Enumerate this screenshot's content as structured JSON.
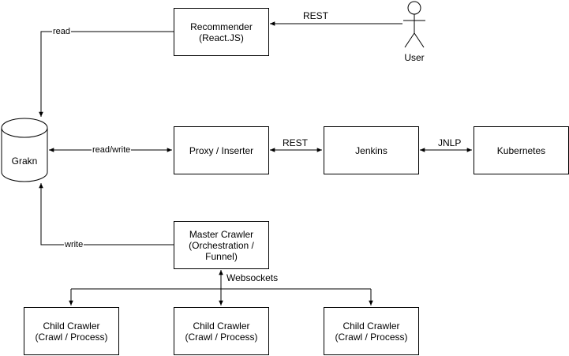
{
  "nodes": {
    "recommender": "Recommender\n(React.JS)",
    "user": "User",
    "grakn": "Grakn",
    "proxy": "Proxy / Inserter",
    "jenkins": "Jenkins",
    "kubernetes": "Kubernetes",
    "master": "Master Crawler\n(Orchestration /\nFunnel)",
    "child1": "Child Crawler\n(Crawl / Process)",
    "child2": "Child Crawler\n(Crawl / Process)",
    "child3": "Child Crawler\n(Crawl  / Process)"
  },
  "edges": {
    "user_recommender": "REST",
    "recommender_grakn": "read",
    "grakn_proxy": "read/write",
    "proxy_jenkins": "REST",
    "jenkins_kubernetes": "JNLP",
    "master_grakn": "write",
    "master_children": "Websockets"
  }
}
